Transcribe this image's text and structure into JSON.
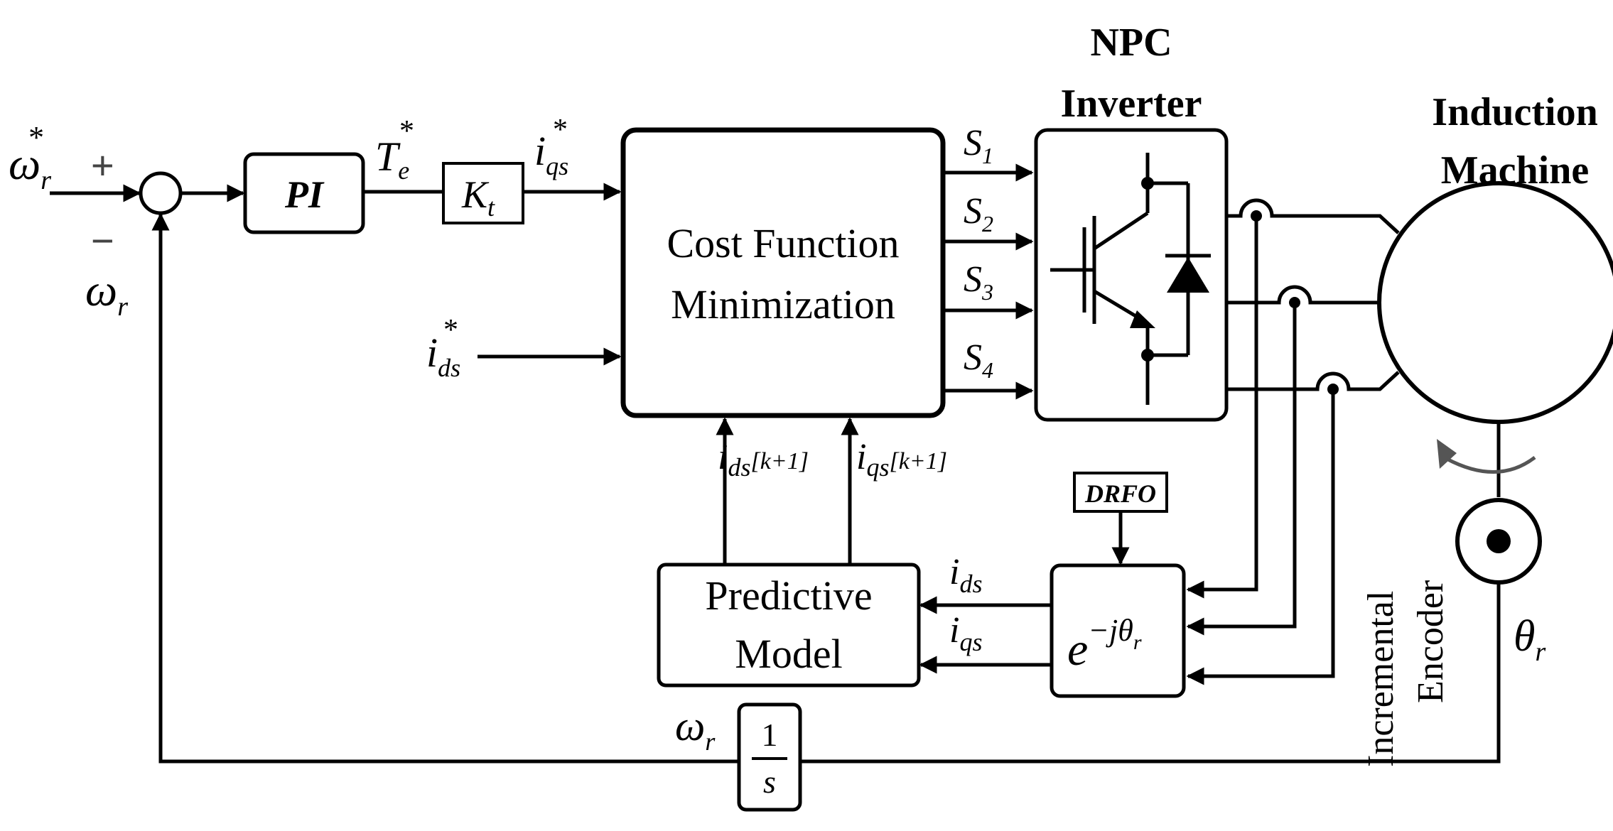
{
  "blocks": {
    "pi": "PI",
    "kt": {
      "base": "K",
      "sub": "t"
    },
    "cost": {
      "line1": "Cost Function",
      "line2": "Minimization"
    },
    "npc": {
      "line1": "NPC",
      "line2": "Inverter"
    },
    "machine": {
      "line1": "Induction",
      "line2": "Machine"
    },
    "predictive": {
      "line1": "Predictive",
      "line2": "Model"
    },
    "drfo": "DRFO",
    "transform": {
      "base": "e",
      "exp": "−jθ",
      "exp_sub": "r"
    },
    "integrator": {
      "num": "1",
      "den": "s"
    },
    "encoder": {
      "line1": "Incremental",
      "line2": "Encoder"
    }
  },
  "signals": {
    "wr_ref": {
      "base": "ω",
      "sub": "r",
      "sup": "*"
    },
    "plus": "+",
    "minus": "−",
    "wr_fb": {
      "base": "ω",
      "sub": "r"
    },
    "te_ref": {
      "base": "T",
      "sub": "e",
      "sup": "*"
    },
    "iqs_ref": {
      "base": "i",
      "sub": "qs",
      "sup": "*"
    },
    "ids_ref": {
      "base": "i",
      "sub": "ds",
      "sup": "*"
    },
    "switches": [
      {
        "base": "S",
        "sub": "1"
      },
      {
        "base": "S",
        "sub": "2"
      },
      {
        "base": "S",
        "sub": "3"
      },
      {
        "base": "S",
        "sub": "4"
      }
    ],
    "ids_pred": {
      "base": "i",
      "sub": "ds",
      "idx": "[k+1]"
    },
    "iqs_pred": {
      "base": "i",
      "sub": "qs",
      "idx": "[k+1]"
    },
    "ids_meas": {
      "base": "i",
      "sub": "ds"
    },
    "iqs_meas": {
      "base": "i",
      "sub": "qs"
    },
    "wr_int": {
      "base": "ω",
      "sub": "r"
    },
    "theta_r": {
      "base": "θ",
      "sub": "r"
    }
  }
}
